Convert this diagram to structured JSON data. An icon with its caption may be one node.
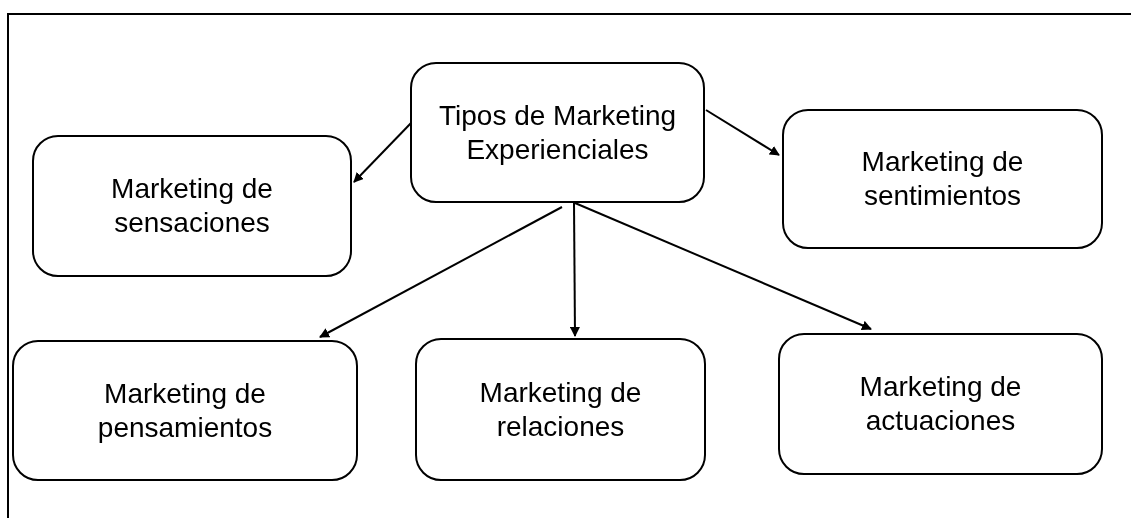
{
  "diagram": {
    "nodes": [
      {
        "text": [
          "Tipos de Marketing Experienciales"
        ]
      },
      {
        "text": [
          "Marketing de sensaciones"
        ]
      },
      {
        "text": [
          "Marketing de sentimientos"
        ]
      },
      {
        "text": [
          "Marketing de pensamientos"
        ]
      },
      {
        "text": [
          "Marketing de relaciones"
        ]
      },
      {
        "text": [
          "Marketing de actuaciones"
        ]
      }
    ],
    "edges": [
      {
        "from": 0,
        "to": 1,
        "arrow": "to"
      },
      {
        "from": 0,
        "to": 2,
        "arrow": "to"
      },
      {
        "from": 0,
        "to": 3,
        "arrow": "to"
      },
      {
        "from": 0,
        "to": 4,
        "arrow": "to"
      },
      {
        "from": 0,
        "to": 5,
        "arrow": "to"
      }
    ]
  }
}
